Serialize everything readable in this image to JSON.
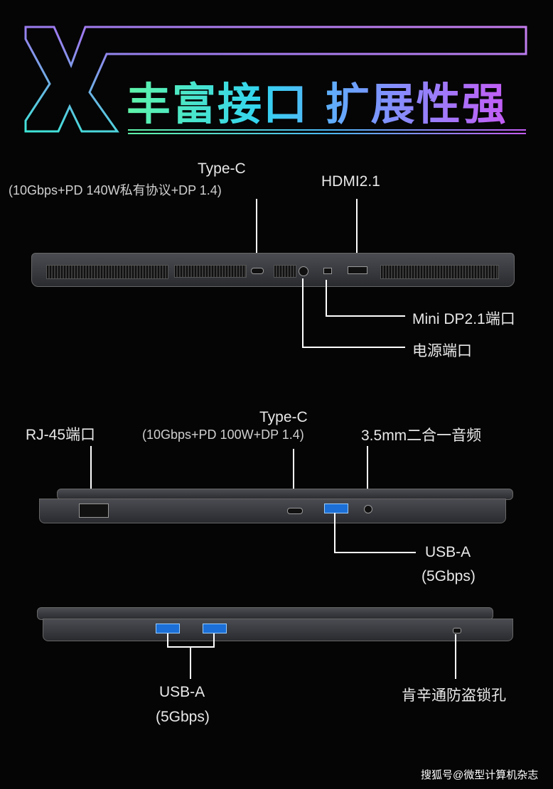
{
  "header": {
    "logo_letter": "X",
    "title": "丰富接口 扩展性强"
  },
  "rear_view": {
    "typec_label": "Type-C",
    "typec_spec": "(10Gbps+PD 140W私有协议+DP 1.4)",
    "hdmi_label": "HDMI2.1",
    "minidp_label": "Mini DP2.1端口",
    "power_label": "电源端口"
  },
  "left_view": {
    "rj45_label": "RJ-45端口",
    "typec_label": "Type-C",
    "typec_spec": "(10Gbps+PD 100W+DP 1.4)",
    "audio_label": "3.5mm二合一音频",
    "usb_label": "USB-A",
    "usb_spec": "(5Gbps)"
  },
  "right_view": {
    "usb_label": "USB-A",
    "usb_spec": "(5Gbps)",
    "lock_label": "肯辛通防盗锁孔"
  },
  "watermark": "搜狐号@微型计算机杂志"
}
